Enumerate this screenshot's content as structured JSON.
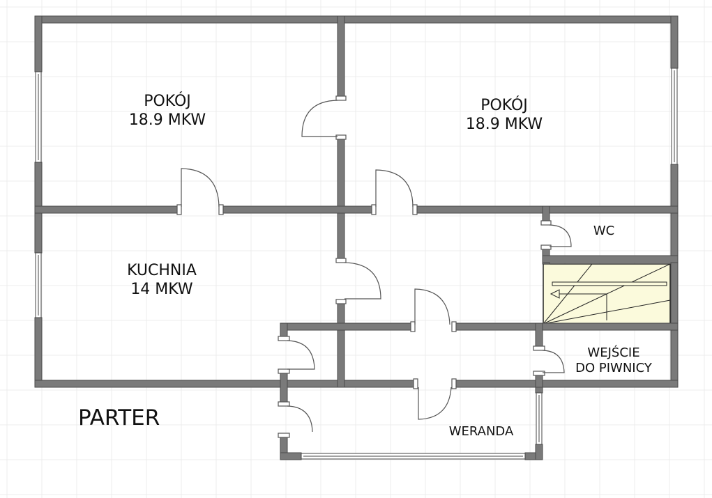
{
  "plan": {
    "floor_title": "PARTER",
    "rooms": [
      {
        "id": "pokoj-1",
        "name": "POKÓJ",
        "area": "18.9 MKW"
      },
      {
        "id": "pokoj-2",
        "name": "POKÓJ",
        "area": "18.9 MKW"
      },
      {
        "id": "kuchnia",
        "name": "KUCHNIA",
        "area": "14 MKW"
      },
      {
        "id": "wc",
        "name": "WC"
      },
      {
        "id": "wejscie",
        "name": "WEJŚCIE",
        "name2": "DO PIWNICY"
      },
      {
        "id": "weranda",
        "name": "WERANDA"
      }
    ],
    "colors": {
      "wall": "#7a7a7a",
      "wall_edge": "#4a4a4a",
      "grid": "#ececec",
      "stairs_fill": "#fbfadc",
      "door_line": "#555555"
    }
  }
}
